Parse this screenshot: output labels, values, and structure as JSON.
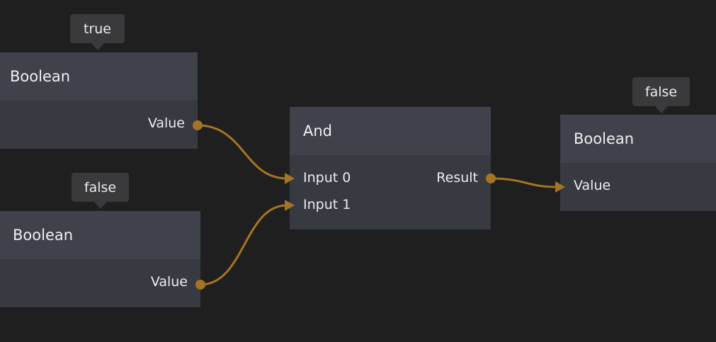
{
  "colors": {
    "canvas_background": "#1f1f1f",
    "node_header": "#3f424b",
    "node_body": "#373a41",
    "connection": "#a47424",
    "tooltip": "#3a3a3c"
  },
  "nodes": {
    "boolean_top": {
      "title": "Boolean",
      "value_tooltip": "true",
      "outputs": [
        "Value"
      ]
    },
    "boolean_bottom": {
      "title": "Boolean",
      "value_tooltip": "false",
      "outputs": [
        "Value"
      ]
    },
    "and": {
      "title": "And",
      "inputs": [
        "Input 0",
        "Input 1"
      ],
      "outputs": [
        "Result"
      ]
    },
    "boolean_result": {
      "title": "Boolean",
      "value_tooltip": "false",
      "inputs": [
        "Value"
      ]
    }
  },
  "connections": [
    {
      "from": "Boolean (true).Value",
      "to": "And.Input 0"
    },
    {
      "from": "Boolean (false).Value",
      "to": "And.Input 1"
    },
    {
      "from": "And.Result",
      "to": "Boolean (false).Value"
    }
  ]
}
